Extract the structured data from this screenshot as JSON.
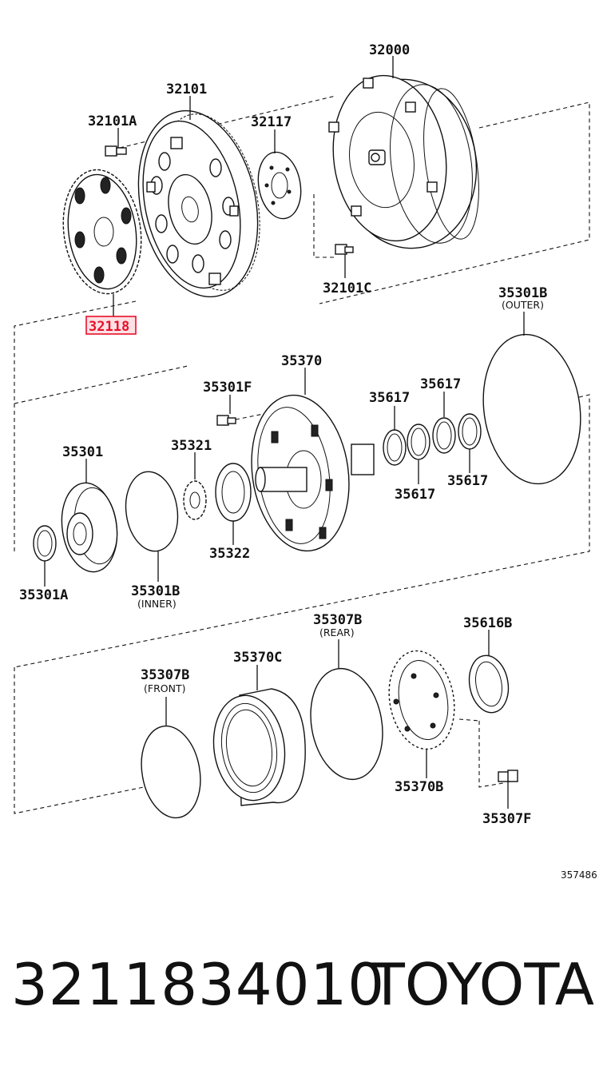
{
  "labels": {
    "p32000": "32000",
    "p32101": "32101",
    "p32101A": "32101A",
    "p32117": "32117",
    "p32101C": "32101C",
    "p32118": "32118",
    "p35301B_outer": "35301B",
    "outer_note": "(OUTER)",
    "p35370": "35370",
    "p35301F": "35301F",
    "p35617_a": "35617",
    "p35617_b": "35617",
    "p35617_c": "35617",
    "p35617_d": "35617",
    "p35301": "35301",
    "p35321": "35321",
    "p35322": "35322",
    "p35301A": "35301A",
    "p35301B_inner": "35301B",
    "inner_note": "(INNER)",
    "p35307B_rear": "35307B",
    "rear_note": "(REAR)",
    "p35616B": "35616B",
    "p35307B_front": "35307B",
    "front_note": "(FRONT)",
    "p35370C": "35370C",
    "p35370B": "35370B",
    "p35307F": "35307F"
  },
  "diagram_ref": "357486",
  "highlight_color": "#e8102a",
  "footer": {
    "part_number": "3211834010",
    "brand": "TOYOTA"
  }
}
